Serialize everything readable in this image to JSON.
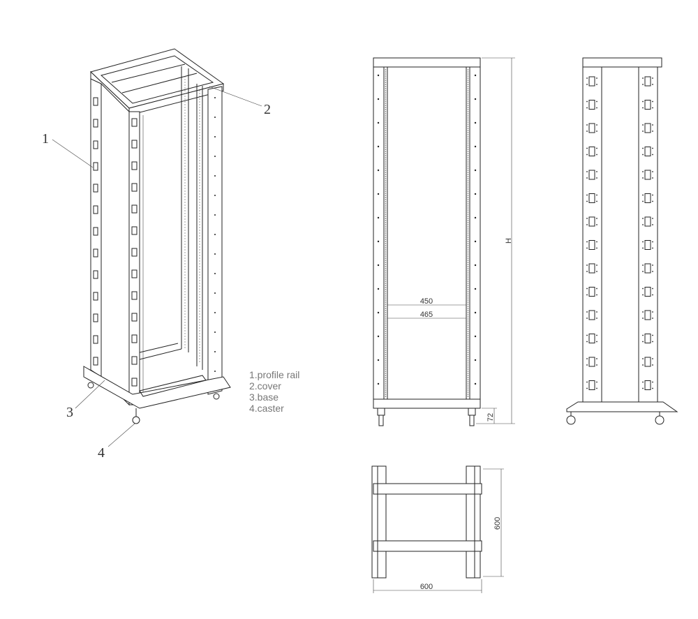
{
  "callouts": [
    "1",
    "2",
    "3",
    "4"
  ],
  "legend": [
    "1.profile rail",
    "2.cover",
    "3.base",
    "4.caster"
  ],
  "front_view": {
    "height_label": "H",
    "inner_width": "450",
    "outer_width": "465",
    "base_height": "72"
  },
  "top_view": {
    "depth": "600",
    "width": "600"
  }
}
